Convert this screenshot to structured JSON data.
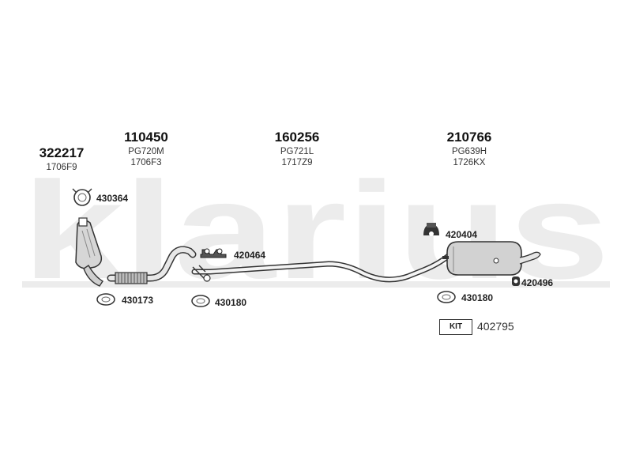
{
  "brand": {
    "watermark": "klarius"
  },
  "parts": [
    {
      "number": "322217",
      "code": "1706F9"
    },
    {
      "number": "110450",
      "code": "PG720M",
      "code2": "1706F3"
    },
    {
      "number": "160256",
      "code": "PG721L",
      "code2": "1717Z9"
    },
    {
      "number": "210766",
      "code": "PG639H",
      "code2": "1726KX"
    }
  ],
  "callouts": {
    "c1": "430364",
    "c2": "420464",
    "c3": "430173",
    "c4": "430180",
    "c5": "420404",
    "c6": "430180",
    "c7": "420496",
    "kit_label": "KIT",
    "kit_number": "402795"
  }
}
